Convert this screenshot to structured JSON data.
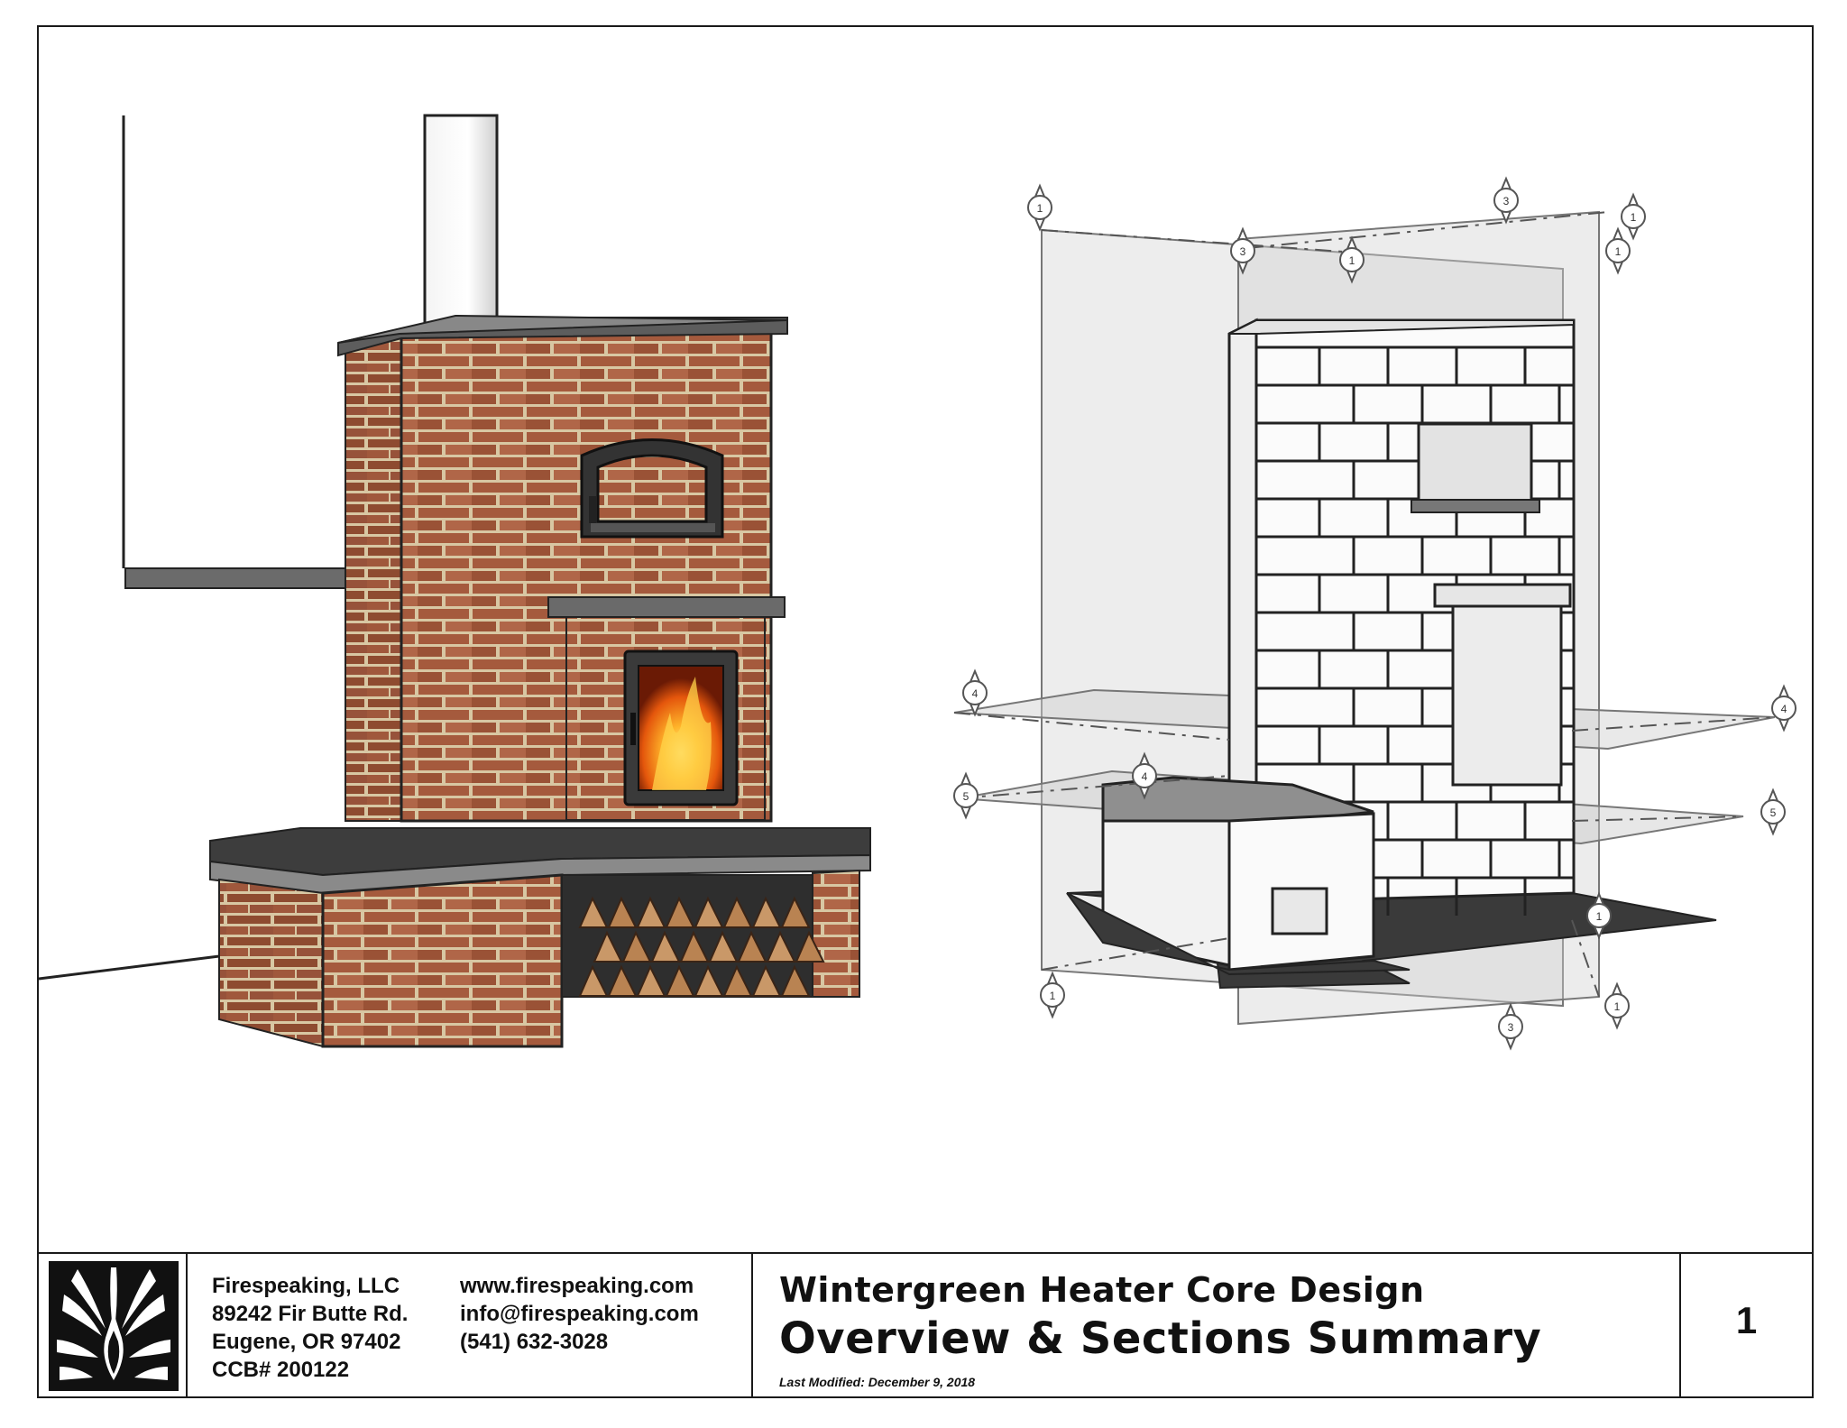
{
  "company": {
    "name": "Firespeaking, LLC",
    "street": "89242 Fir Butte Rd.",
    "city": "Eugene, OR 97402",
    "ccb": "CCB# 200122",
    "website": "www.firespeaking.com",
    "email": "info@firespeaking.com",
    "phone": "(541) 632-3028"
  },
  "project_title": "Wintergreen Heater Core Design",
  "sheet_title": "Overview & Sections Summary",
  "last_modified": "Last Modified: December 9, 2018",
  "sheet_number": "1",
  "section_markers": {
    "top_left": "1",
    "top_back_a": "3",
    "top_back_b": "3",
    "top_mid": "1",
    "top_right": "1",
    "top_right_b": "1",
    "mid_left_4": "4",
    "mid_left_5": "5",
    "mid_left_4b": "4",
    "mid_right_4": "4",
    "mid_right_5": "5",
    "bottom_left": "1",
    "bottom_mid": "3",
    "bottom_right": "1",
    "bottom_right_b": "1"
  },
  "colors": {
    "brick": "#a0573a",
    "mortar": "#d9c9a6",
    "slate": "#3a3a3a",
    "flame": "#f07a12"
  }
}
